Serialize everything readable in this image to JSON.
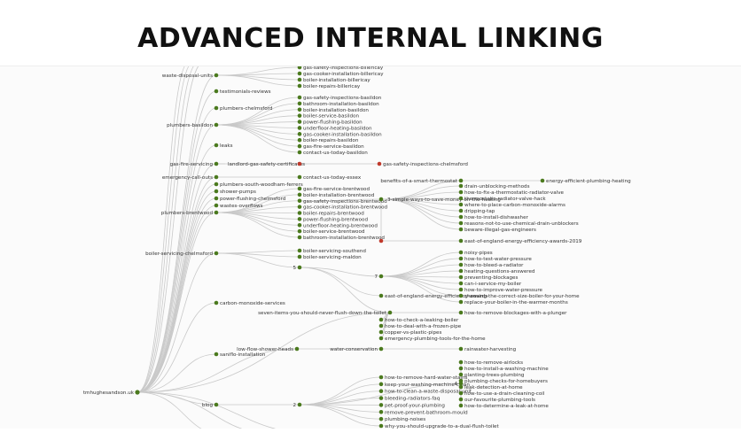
{
  "page": {
    "title": "ADVANCED INTERNAL LINKING"
  },
  "colors": {
    "node": "#4b7a1e",
    "highlight": "#c0392b",
    "link": "#c9c9c9",
    "text": "#333333"
  },
  "watermark": "",
  "tree": {
    "root": "tmhughesandson.uk",
    "level1": [
      "waste-disposal-units",
      "testimonials-reviews",
      "plumbers-chelmsford",
      "plumbers-basildon",
      "leaks",
      "gas-fire-servicing",
      "emergency-call-outs",
      "plumbers-south-woodham-ferrers",
      "shower-pumps",
      "power-flushing-chelmsford",
      "wastes-overflows",
      "plumbers-brentwood",
      "boiler-servicing-chelmsford",
      "carbon-monoxide-services",
      "seven-items-you-should-never-flush-down-the-toilet",
      "low-flow-shower-heads",
      "saniflo-installation",
      "blog"
    ],
    "top_group": [
      "gas-safety-inspections-billericay",
      "gas-cooker-installation-billericay",
      "boiler-installation-billericay",
      "boiler-repairs-billericay"
    ],
    "basildon_children": [
      "gas-safety-inspections-basildon",
      "bathroom-installation-basildon",
      "boiler-installation-basildon",
      "boiler-service-basildon",
      "power-flushing-basildon",
      "underfloor-heating-basildon",
      "gas-cooker-installation-basildon",
      "boiler-repairs-basildon",
      "gas-fire-service-basildon",
      "contact-us-today-basildon"
    ],
    "landlord": "landlord-gas-safety-certificates",
    "gas_safety_chelmsford": "gas-safety-inspections-chelmsford",
    "contact_essex": "contact-us-today-essex",
    "brentwood_children": [
      "gas-fire-service-brentwood",
      "boiler-installation-brentwood",
      "gas-safety-inspections-brentwood",
      "gas-cooker-installation-brentwood",
      "boiler-repairs-brentwood",
      "power-flushing-brentwood",
      "underfloor-heating-brentwood",
      "boiler-service-brentwood",
      "bathroom-installation-brentwood"
    ],
    "benefits": "benefits-of-a-smart-thermostat",
    "simple_ways": "3-simple-ways-to-save-money-on-the-heating",
    "energy_efficient": "energy-efficient-plumbing-heating",
    "thermostat_children": [
      "drain-unblocking-methods",
      "how-to-fix-a-thermostatic-radiator-valve",
      "thermostatic-radiator-valve-hack",
      "where-to-place-carbon-monoxide-alarms",
      "dripping-tap",
      "how-to-install-dishwasher",
      "reasons-not-to-use-chemical-drain-unblockers",
      "beware-illegal-gas-engineers"
    ],
    "east_awards": "east-of-england-energy-efficiency-awards-2019",
    "boiler_servicing_children": [
      "boiler-servicing-southend",
      "boiler-servicing-maldon"
    ],
    "num5": "5",
    "num7": "7",
    "num2": "2",
    "num4": "4",
    "seven_children": [
      "noisy-pipes",
      "how-to-test-water-pressure",
      "how-to-bleed-a-radiator",
      "heating-questions-answered",
      "preventing-blockages",
      "can-i-service-my-boiler",
      "how-to-improve-water-pressure",
      "choosing-the-correct-size-boiler-for-your-home",
      "replace-your-boiler-in-the-warmer-months"
    ],
    "east_energy": "east-of-england-energy-efficiency-awards",
    "toilet_children": [
      "how-to-check-a-leaking-boiler",
      "how-to-deal-with-a-frozen-pipe",
      "copper-vs-plastic-pipes",
      "emergency-plumbing-tools-for-the-home"
    ],
    "remove_blockages": "how-to-remove-blockages-with-a-plunger",
    "water_conservation": "water-conservation",
    "rainwater": "rainwater-harvesting",
    "blog_children": [
      "how-to-remove-hard-water-stains",
      "keep-your-washing-machine-clean",
      "how-to-clean-a-waste-disposal-unit",
      "bleeding-radiators-faq",
      "pet-proof-your-plumbing",
      "remove-prevent-bathroom-mould",
      "plumbing-noises",
      "why-you-should-upgrade-to-a-dual-flush-toilet"
    ],
    "four_children": [
      "how-to-remove-airlocks",
      "how-to-install-a-washing-machine",
      "planting-trees-plumbing",
      "plumbing-checks-for-homebuyers",
      "leak-detection-at-home",
      "how-to-use-a-drain-cleaning-coil",
      "our-favourite-plumbing-tools",
      "how-to-determine-a-leak-at-home"
    ]
  }
}
